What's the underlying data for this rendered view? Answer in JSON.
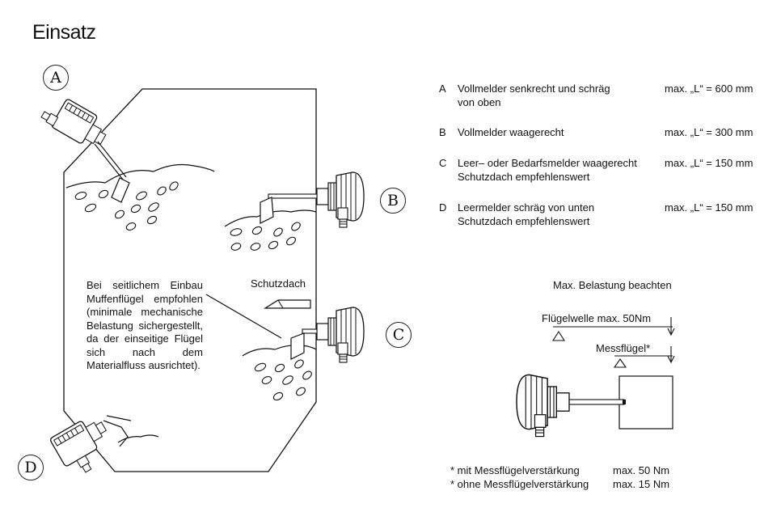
{
  "page": {
    "title": "Einsatz"
  },
  "markers": {
    "a": "A",
    "b": "B",
    "c": "C",
    "d": "D"
  },
  "legend": [
    {
      "letter": "A",
      "line1": "Vollmelder senkrecht und schräg",
      "line2": "von oben",
      "max": "max. „L“ = 600 mm"
    },
    {
      "letter": "B",
      "line1": "Vollmelder waagerecht",
      "line2": "",
      "max": "max. „L“ = 300 mm"
    },
    {
      "letter": "C",
      "line1": "Leer– oder Bedarfsmelder waagerecht",
      "line2": "Schutzdach  empfehlenswert",
      "max": "max. „L“ = 150 mm"
    },
    {
      "letter": "D",
      "line1": "Leermelder schräg von unten",
      "line2": "Schutzdach   empfehlenswert",
      "max": "max. „L“ = 150 mm"
    }
  ],
  "diagram": {
    "schutzdach_label": "Schutzdach",
    "note": "Bei seitlichem Einbau Muffenflügel empfohlen (minimale mechanische Belastung sichergestellt, da der einseitige Flügel sich nach dem Materialfluss ausrichtet)."
  },
  "load": {
    "title": "Max. Belastung beachten",
    "shaft_label": "Flügelwelle max. 50Nm",
    "blade_label": "Messflügel*",
    "footnotes": [
      {
        "label": "* mit Messflügelverstärkung",
        "value": "max. 50 Nm"
      },
      {
        "label": "* ohne Messflügelverstärkung",
        "value": "max. 15 Nm"
      }
    ]
  }
}
